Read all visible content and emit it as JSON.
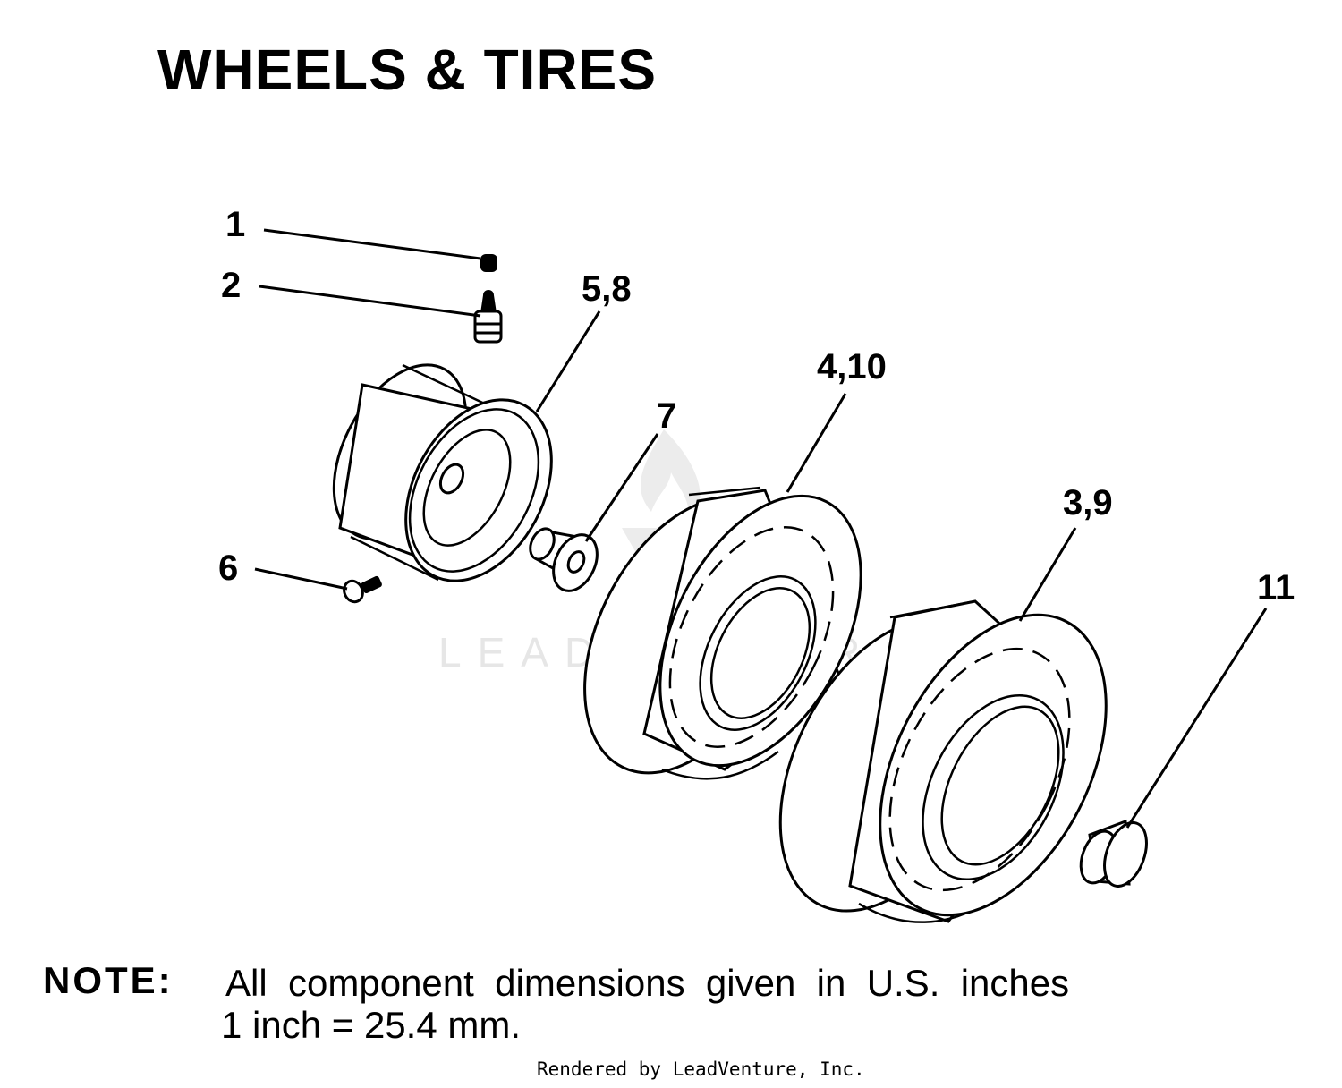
{
  "title": "WHEELS & TIRES",
  "callouts": {
    "c1": "1",
    "c2": "2",
    "c58": "5,8",
    "c410": "4,10",
    "c7": "7",
    "c39": "3,9",
    "c6": "6",
    "c11": "11"
  },
  "watermark": "LEADVENTURE",
  "note": {
    "label": "NOTE:",
    "line1": "All  component  dimensions  given  in  U.S.  inches",
    "line2": "1 inch = 25.4 mm."
  },
  "credit": "Rendered by LeadVenture, Inc.",
  "colors": {
    "ink": "#000000",
    "watermark": "#e4e4e4",
    "background": "#ffffff"
  }
}
